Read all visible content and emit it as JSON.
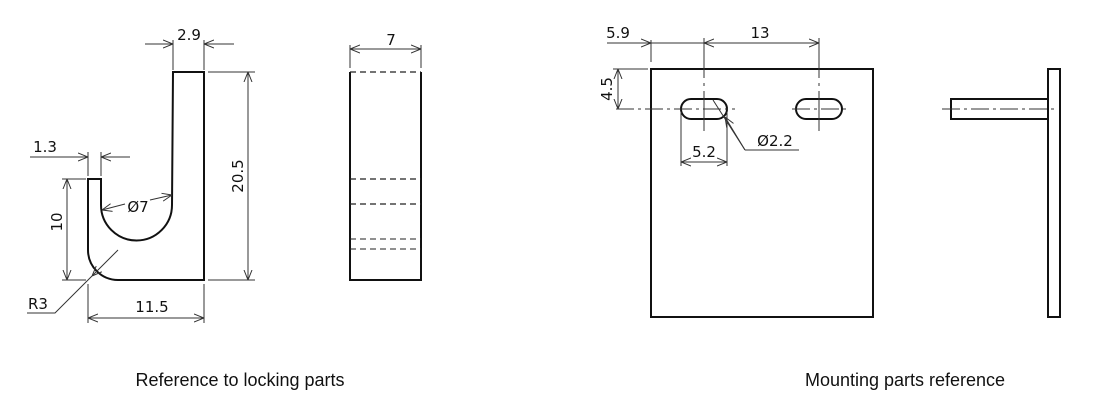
{
  "locking_part": {
    "caption": "Reference to locking parts",
    "dimensions": {
      "top_width": "2.9",
      "height": "20.5",
      "lip_width": "1.3",
      "lip_height": "10",
      "hook_diameter": "Ø7",
      "corner_radius": "R3",
      "base_width": "11.5",
      "side_width": "7"
    }
  },
  "mounting_part": {
    "caption": "Mounting parts reference",
    "dimensions": {
      "edge_offset": "5.9",
      "slot_spacing": "13",
      "slot_offset_top": "4.5",
      "slot_length": "5.2",
      "slot_diameter": "Ø2.2"
    }
  }
}
